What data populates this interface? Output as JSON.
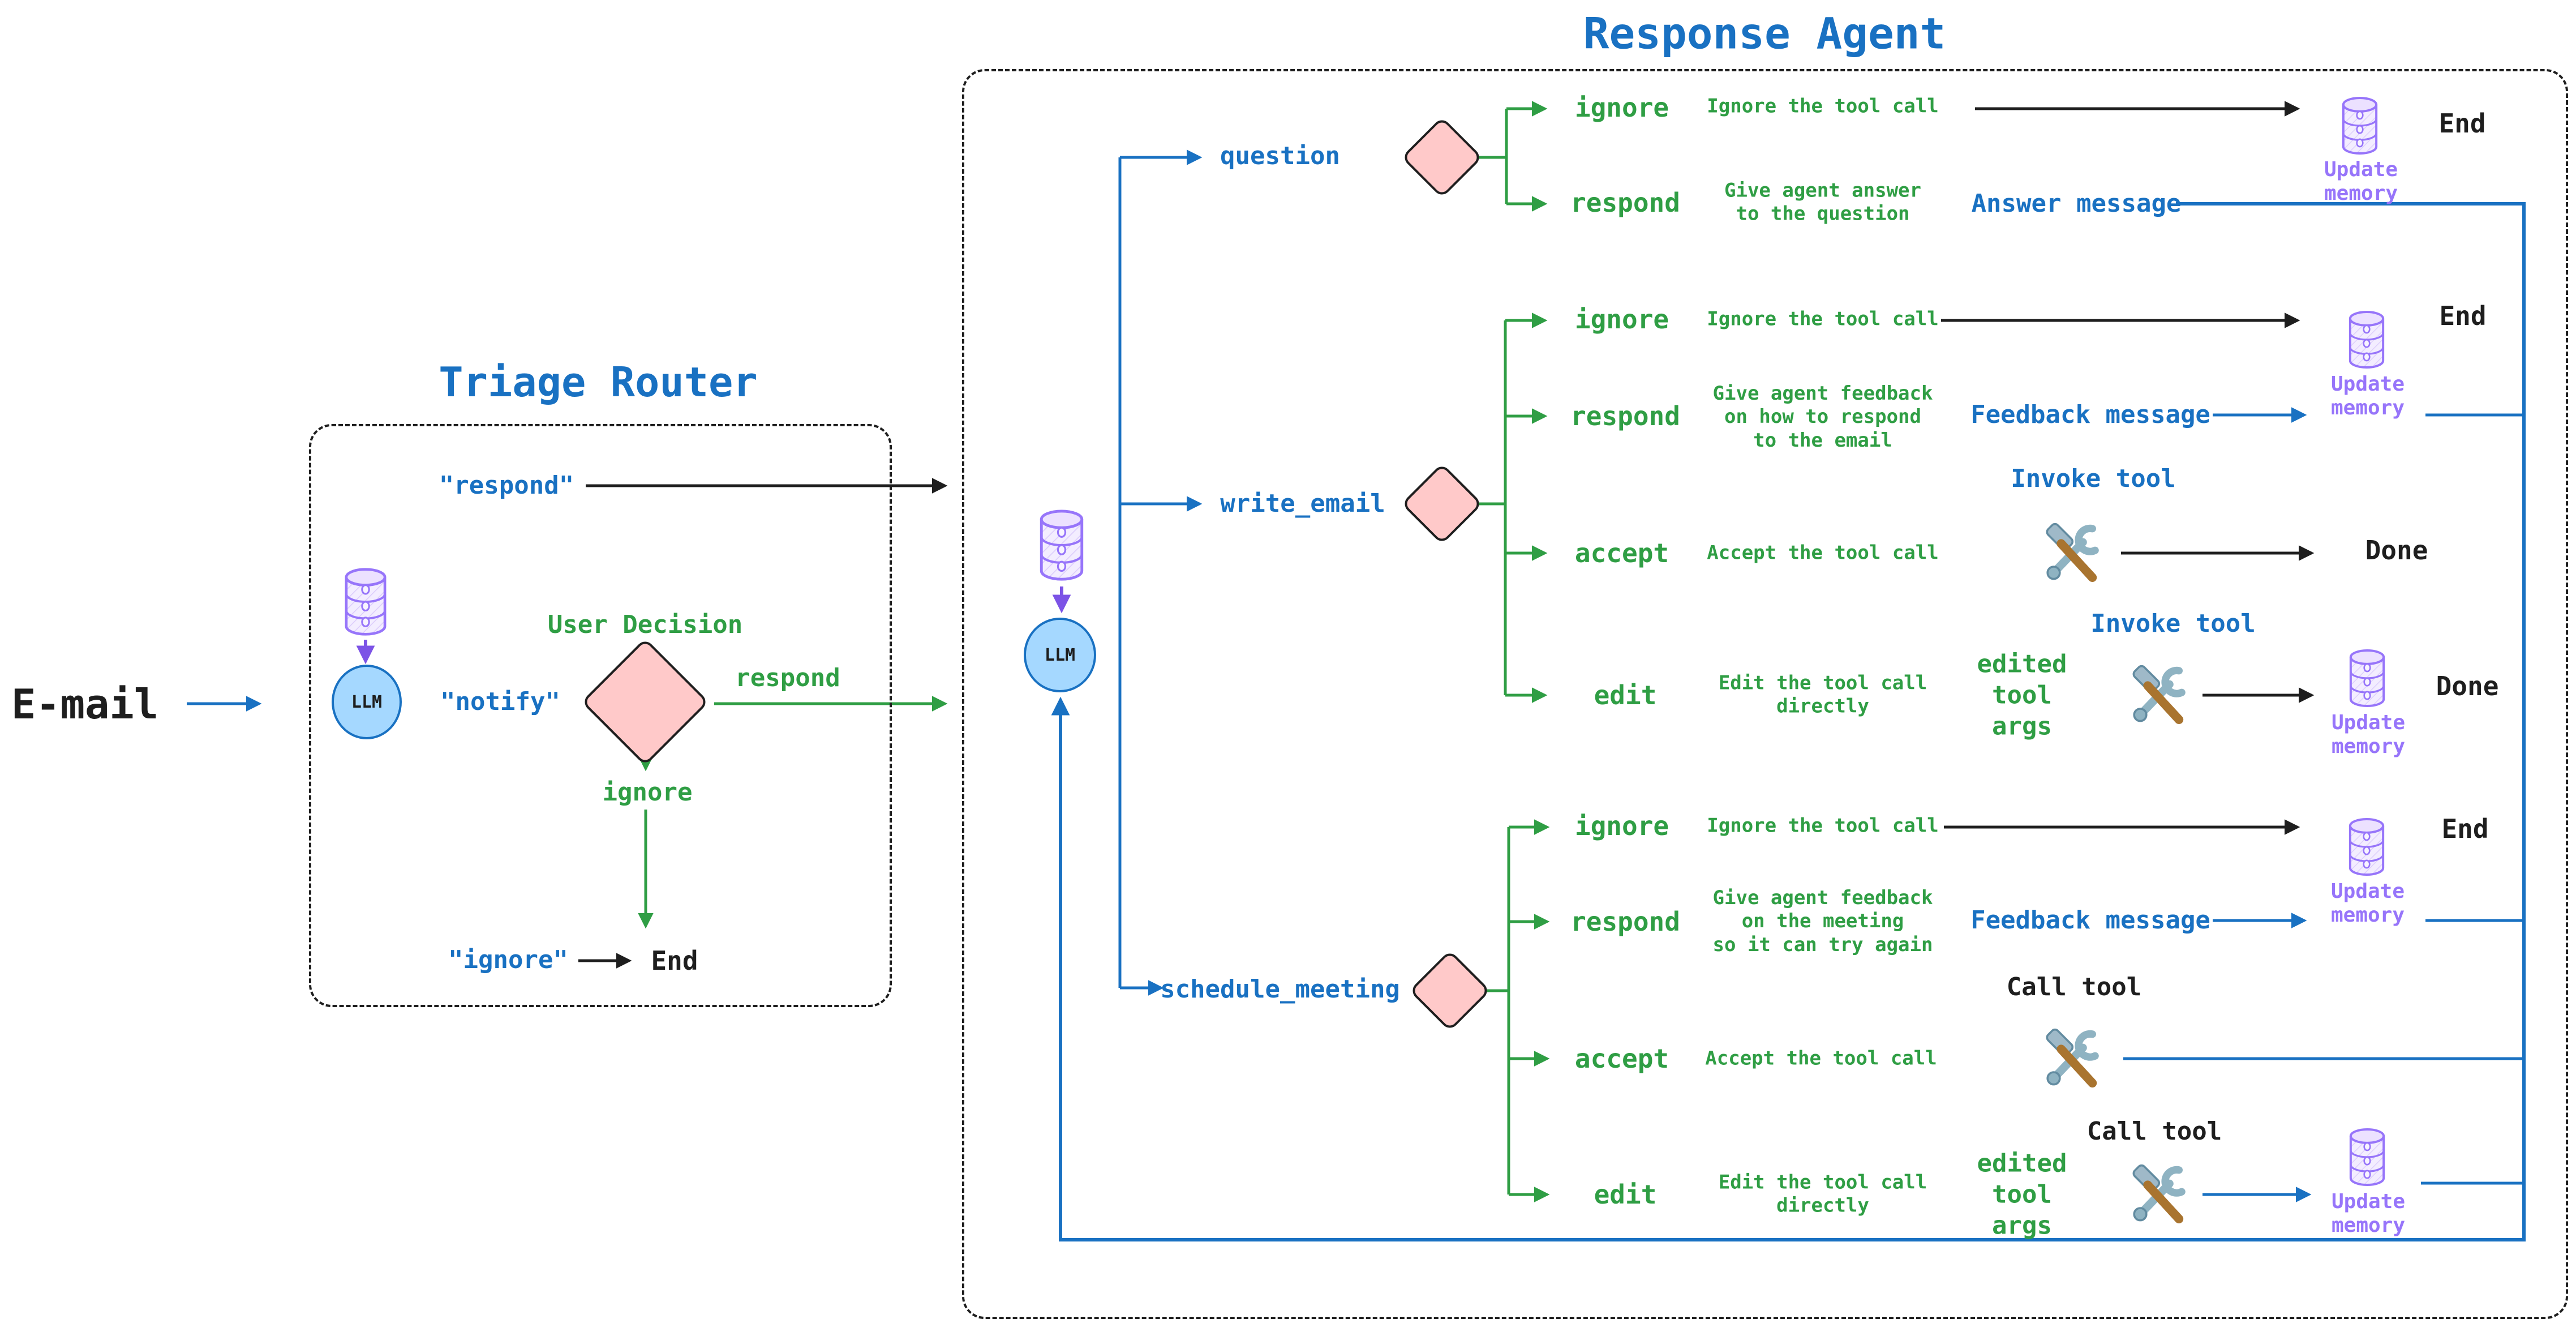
{
  "colors": {
    "blue": "#1971c2",
    "green": "#2f9e44",
    "purple": "#9775fa",
    "pink_fill": "#ffc9c9",
    "llm_fill": "#a5d8ff",
    "black": "#1e1e1e"
  },
  "email_label": "E-mail",
  "triage": {
    "title": "Triage Router",
    "respond_quoted": "\"respond\"",
    "notify_quoted": "\"notify\"",
    "ignore_quoted": "\"ignore\"",
    "user_decision": "User Decision",
    "respond": "respond",
    "ignore": "ignore",
    "end": "End",
    "llm": "LLM"
  },
  "response": {
    "title": "Response Agent",
    "llm": "LLM",
    "question": {
      "label": "question",
      "ignore": {
        "label": "ignore",
        "desc": "Ignore the tool call",
        "end": "End",
        "memory": "Update\nmemory"
      },
      "respond": {
        "label": "respond",
        "desc": "Give agent answer\nto the question",
        "message": "Answer message"
      }
    },
    "write_email": {
      "label": "write_email",
      "ignore": {
        "label": "ignore",
        "desc": "Ignore the tool call",
        "end": "End",
        "memory": "Update\nmemory"
      },
      "respond": {
        "label": "respond",
        "desc": "Give agent feedback\non how to respond\nto the email",
        "message": "Feedback message"
      },
      "accept": {
        "label": "accept",
        "desc": "Accept the tool call",
        "tool_title": "Invoke tool",
        "done": "Done"
      },
      "edit": {
        "label": "edit",
        "desc": "Edit the tool call\ndirectly",
        "args": "edited\ntool\nargs",
        "tool_title": "Invoke tool",
        "memory": "Update\nmemory",
        "done": "Done"
      }
    },
    "schedule_meeting": {
      "label": "schedule_meeting",
      "ignore": {
        "label": "ignore",
        "desc": "Ignore the tool call",
        "end": "End",
        "memory": "Update\nmemory"
      },
      "respond": {
        "label": "respond",
        "desc": "Give agent feedback\non the meeting\nso it can try again",
        "message": "Feedback message"
      },
      "accept": {
        "label": "accept",
        "desc": "Accept the tool call",
        "tool_title": "Call tool"
      },
      "edit": {
        "label": "edit",
        "desc": "Edit the tool call\ndirectly",
        "args": "edited\ntool\nargs",
        "tool_title": "Call tool",
        "memory": "Update\nmemory"
      }
    }
  }
}
